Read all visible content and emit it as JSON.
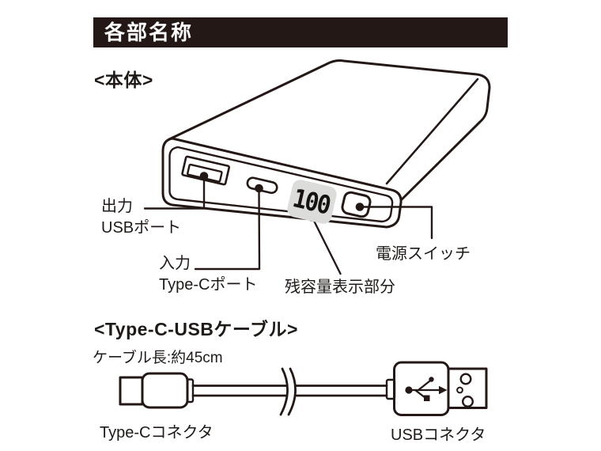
{
  "header": {
    "title": "各部名称"
  },
  "sections": {
    "body": {
      "title": "<本体>",
      "display_value": "100",
      "labels": {
        "output_line1": "出力",
        "output_line2": "USBポート",
        "input_line1": "入力",
        "input_line2": "Type-Cポート",
        "display": "残容量表示部分",
        "power": "電源スイッチ"
      }
    },
    "cable": {
      "title": "<Type-C-USBケーブル>",
      "length_note": "ケーブル長:約45cm",
      "labels": {
        "typec": "Type-Cコネクタ",
        "usb": "USBコネクタ"
      }
    }
  },
  "colors": {
    "ink": "#231815",
    "banner_bg": "#231815",
    "banner_text": "#ffffff",
    "display_bg": "#dcdcda",
    "page_bg": "#ffffff"
  },
  "icons": [
    "usb-trident-icon",
    "cable-break-icon"
  ]
}
